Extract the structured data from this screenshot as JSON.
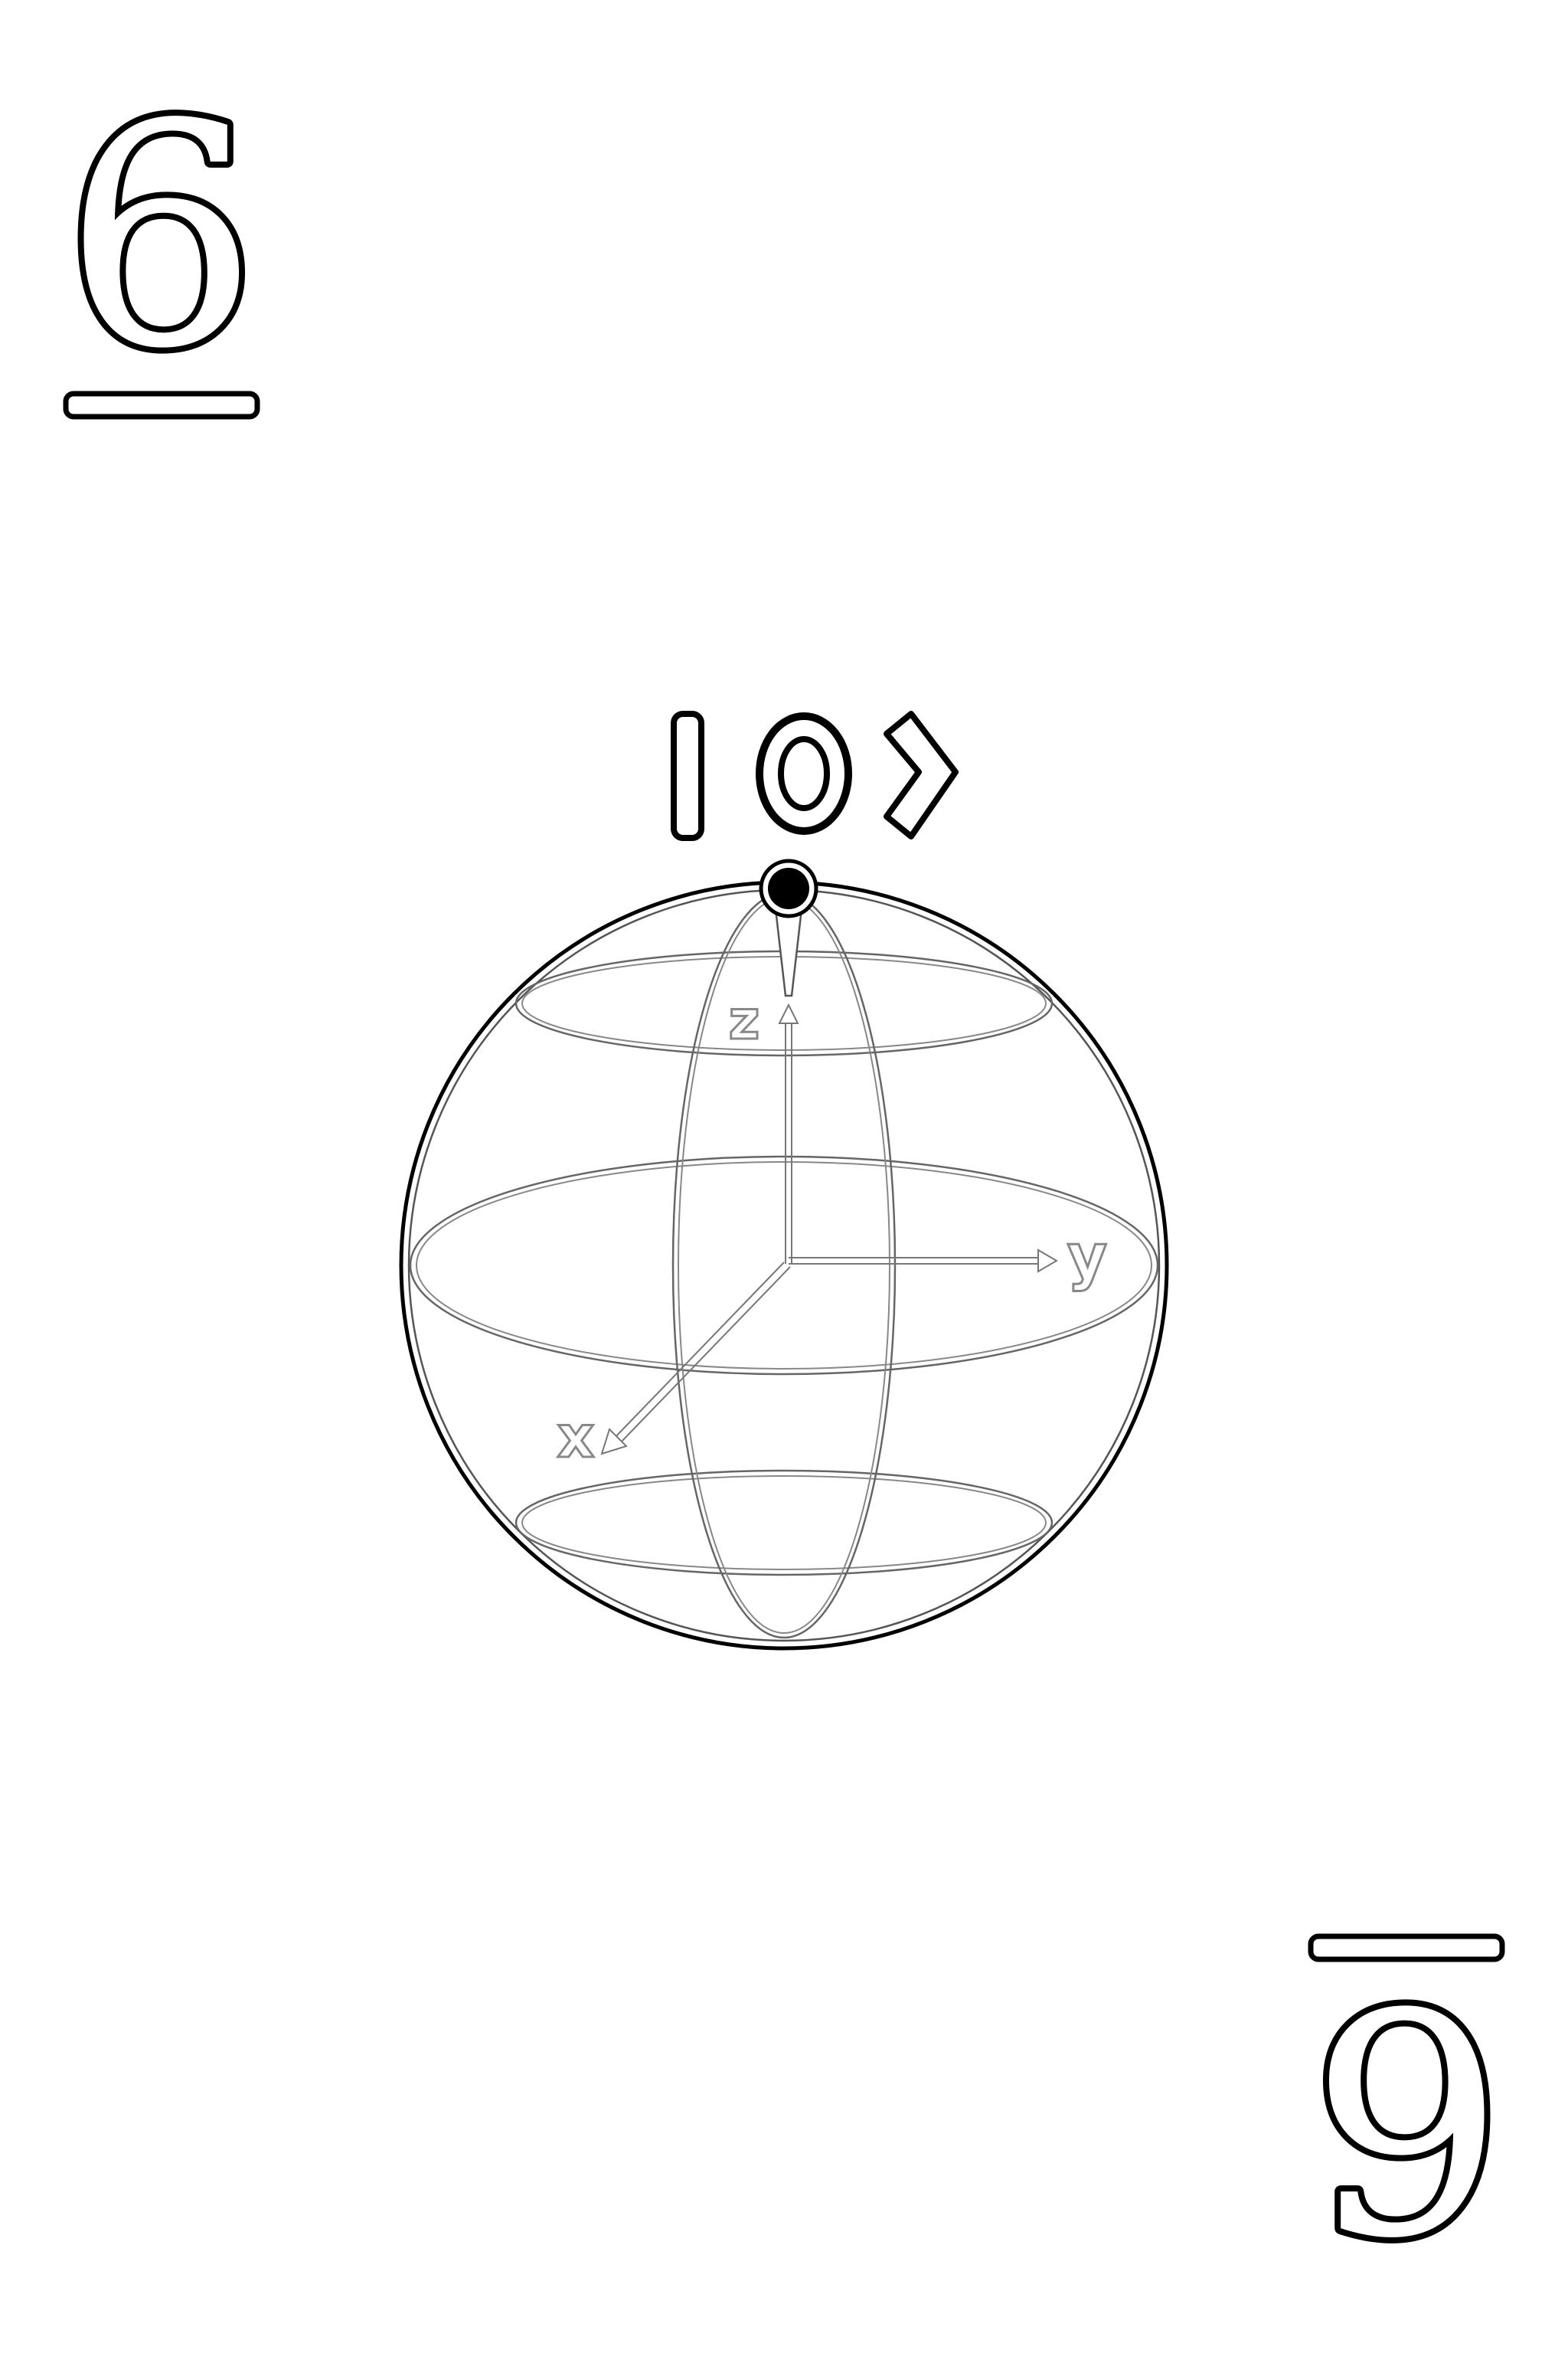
{
  "card": {
    "rank_top": "6",
    "rank_bottom": "9",
    "state_label": "|0⟩"
  },
  "bloch_sphere": {
    "axes": {
      "x_label": "x",
      "y_label": "y",
      "z_label": "z"
    },
    "state_point": "north-pole"
  },
  "colors": {
    "ink": "#000000",
    "paper": "#ffffff",
    "grid_line": "#808080"
  }
}
